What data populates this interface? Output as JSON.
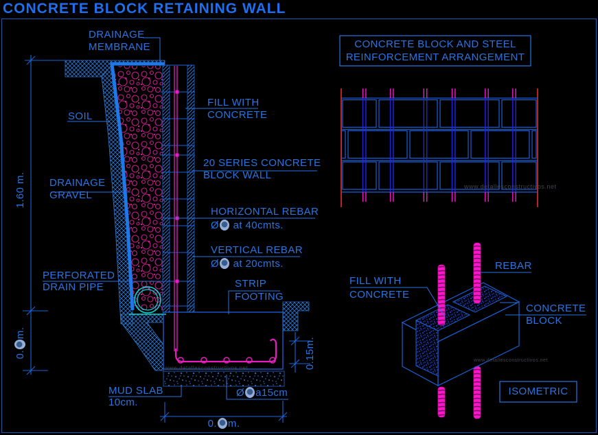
{
  "title": "CONCRETE BLOCK RETAINING WALL",
  "watermark": {
    "text": "www.detallesconstructivos.net"
  },
  "section": {
    "drainage_membrane": {
      "line1": "DRAINAGE",
      "line2": "MEMBRANE"
    },
    "soil": "SOIL",
    "fill_with_concrete": {
      "line1": "FILL WITH",
      "line2": "CONCRETE"
    },
    "drainage_gravel": {
      "line1": "DRAINAGE",
      "line2": "GRAVEL"
    },
    "block_wall": {
      "line1": "20 SERIES CONCRETE",
      "line2": "BLOCK WALL"
    },
    "horizontal_rebar": {
      "title": "HORIZONTAL REBAR",
      "spec_prefix": "Ø",
      "spec_suffix": " at 40cmts."
    },
    "vertical_rebar": {
      "title": "VERTICAL REBAR",
      "spec_prefix": "Ø",
      "spec_suffix": " at 20cmts."
    },
    "perforated_pipe": {
      "line1": "PERFORATED",
      "line2": "DRAIN PIPE"
    },
    "strip_footing": {
      "line1": "STRIP",
      "line2": "FOOTING"
    },
    "mud_slab": {
      "line1": "MUD SLAB",
      "line2": "10cm."
    },
    "footing_rebar_spec": {
      "prefix": "Ø",
      "suffix": "a15cm"
    },
    "dims": {
      "wall_height": "1.60 m.",
      "footing_depth_prefix": "0.",
      "footing_depth_suffix": "m.",
      "footing_width_prefix": "0.",
      "footing_width_suffix": "m.",
      "footing_thickness": "0.15m."
    }
  },
  "elevation": {
    "title_line1": "CONCRETE BLOCK AND STEEL",
    "title_line2": "REINFORCEMENT ARRANGEMENT"
  },
  "isometric": {
    "fill_with_concrete": {
      "line1": "FILL WITH",
      "line2": "CONCRETE"
    },
    "rebar": "REBAR",
    "concrete_block": {
      "line1": "CONCRETE",
      "line2": "BLOCK"
    },
    "caption": "ISOMETRIC"
  },
  "colors": {
    "accent_blue": "#2a74e2",
    "magenta": "#e81cc0",
    "red": "#e82c2c",
    "cyan": "#00dcdc"
  }
}
